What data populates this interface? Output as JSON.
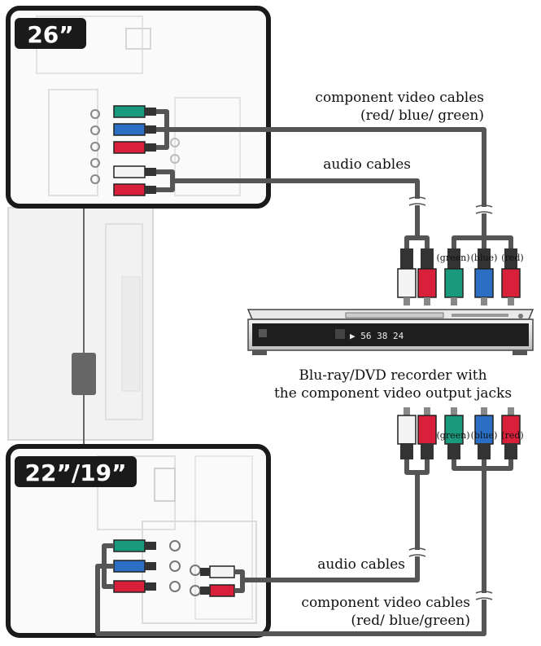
{
  "panels": {
    "top_badge": "26”",
    "bottom_badge": "22”/19”"
  },
  "labels": {
    "component_top_line1": "component video cables",
    "component_top_line2": "(red/ blue/ green)",
    "audio_top": "audio cables",
    "recorder_line1": "Blu-ray/DVD recorder with",
    "recorder_line2": "the component video output jacks",
    "audio_bottom": "audio cables",
    "component_bottom_line1": "component video cables",
    "component_bottom_line2": "(red/ blue/green)"
  },
  "plug_labels_top": [
    "(green)",
    "(blue)",
    "(red)"
  ],
  "plug_labels_bottom": [
    "(green)",
    "(blue)",
    "(red)"
  ],
  "recorder_display": "▶ 56 38 24",
  "colors": {
    "green": "#1a9a7c",
    "blue": "#2a6fc4",
    "red": "#d8203a",
    "white": "#f4f4f4",
    "cable": "#555555",
    "frame": "#1a1a1a"
  }
}
